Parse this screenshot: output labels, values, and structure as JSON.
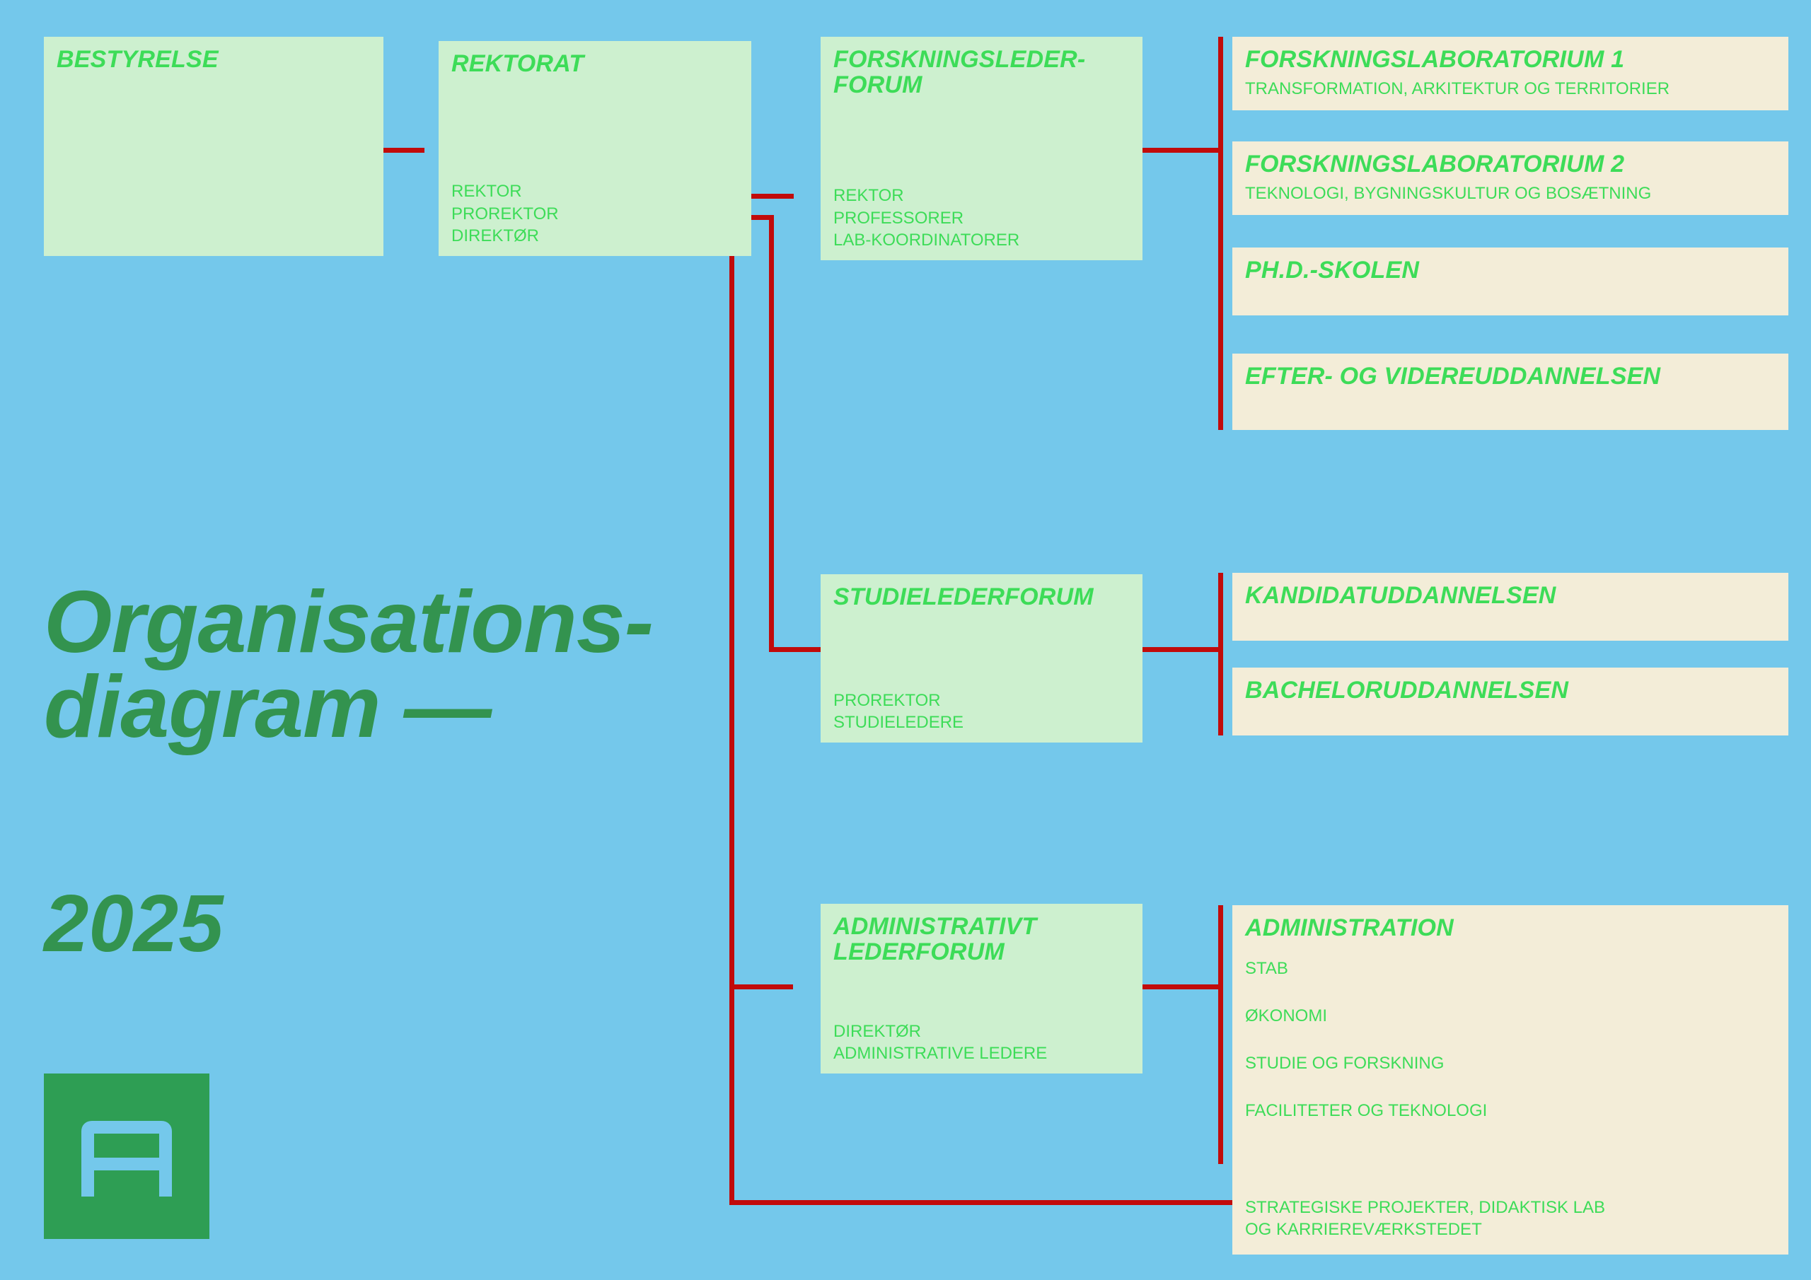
{
  "meta": {
    "background_color": "#74c8eb",
    "green_box_color": "#cdf0cf",
    "cream_box_color": "#f3edd8",
    "accent_green": "#3ddc58",
    "title_green": "#33934f",
    "line_red": "#c10b0b",
    "logo_bg": "#2e9e54"
  },
  "title": {
    "main": "Organisations-\ndiagram —",
    "year": "2025"
  },
  "logo": {
    "name": "arkitektskolen-a-logo",
    "letter": "A"
  },
  "boxes": {
    "bestyrelse": {
      "title": "BESTYRELSE",
      "roles": ""
    },
    "rektorat": {
      "title": "REKTORAT",
      "roles": "REKTOR\nPROREKTOR\nDIREKTØR"
    },
    "forskningslederforum": {
      "title": "FORSKNINGSLEDER-\nFORUM",
      "roles": "REKTOR\nPROFESSORER\nLAB-KOORDINATORER"
    },
    "studielederforum": {
      "title": "STUDIELEDERFORUM",
      "roles": "PROREKTOR\nSTUDIELEDERE"
    },
    "administrativt_lederforum": {
      "title": "ADMINISTRATIVT\nLEDERFORUM",
      "roles": "DIREKTØR\nADMINISTRATIVE LEDERE"
    },
    "forskningslaboratorium_1": {
      "title": "FORSKNINGSLABORATORIUM 1",
      "sub": "TRANSFORMATION, ARKITEKTUR OG TERRITORIER"
    },
    "forskningslaboratorium_2": {
      "title": "FORSKNINGSLABORATORIUM 2",
      "sub": "TEKNOLOGI, BYGNINGSKULTUR OG BOSÆTNING"
    },
    "phd_skolen": {
      "title": "PH.D.-SKOLEN",
      "sub": ""
    },
    "efter_videreuddannelsen": {
      "title": "EFTER- OG VIDEREUDDANNELSEN",
      "sub": ""
    },
    "kandidatuddannelsen": {
      "title": "KANDIDATUDDANNELSEN",
      "sub": ""
    },
    "bacheloruddannelsen": {
      "title": "BACHELORUDDANNELSEN",
      "sub": ""
    },
    "administration": {
      "title": "ADMINISTRATION",
      "items": [
        "STAB",
        "ØKONOMI",
        "STUDIE OG FORSKNING",
        "FACILITETER OG TEKNOLOGI",
        "STRATEGISKE PROJEKTER, DIDAKTISK LAB\nOG KARRIEREVÆRKSTEDET"
      ]
    }
  }
}
